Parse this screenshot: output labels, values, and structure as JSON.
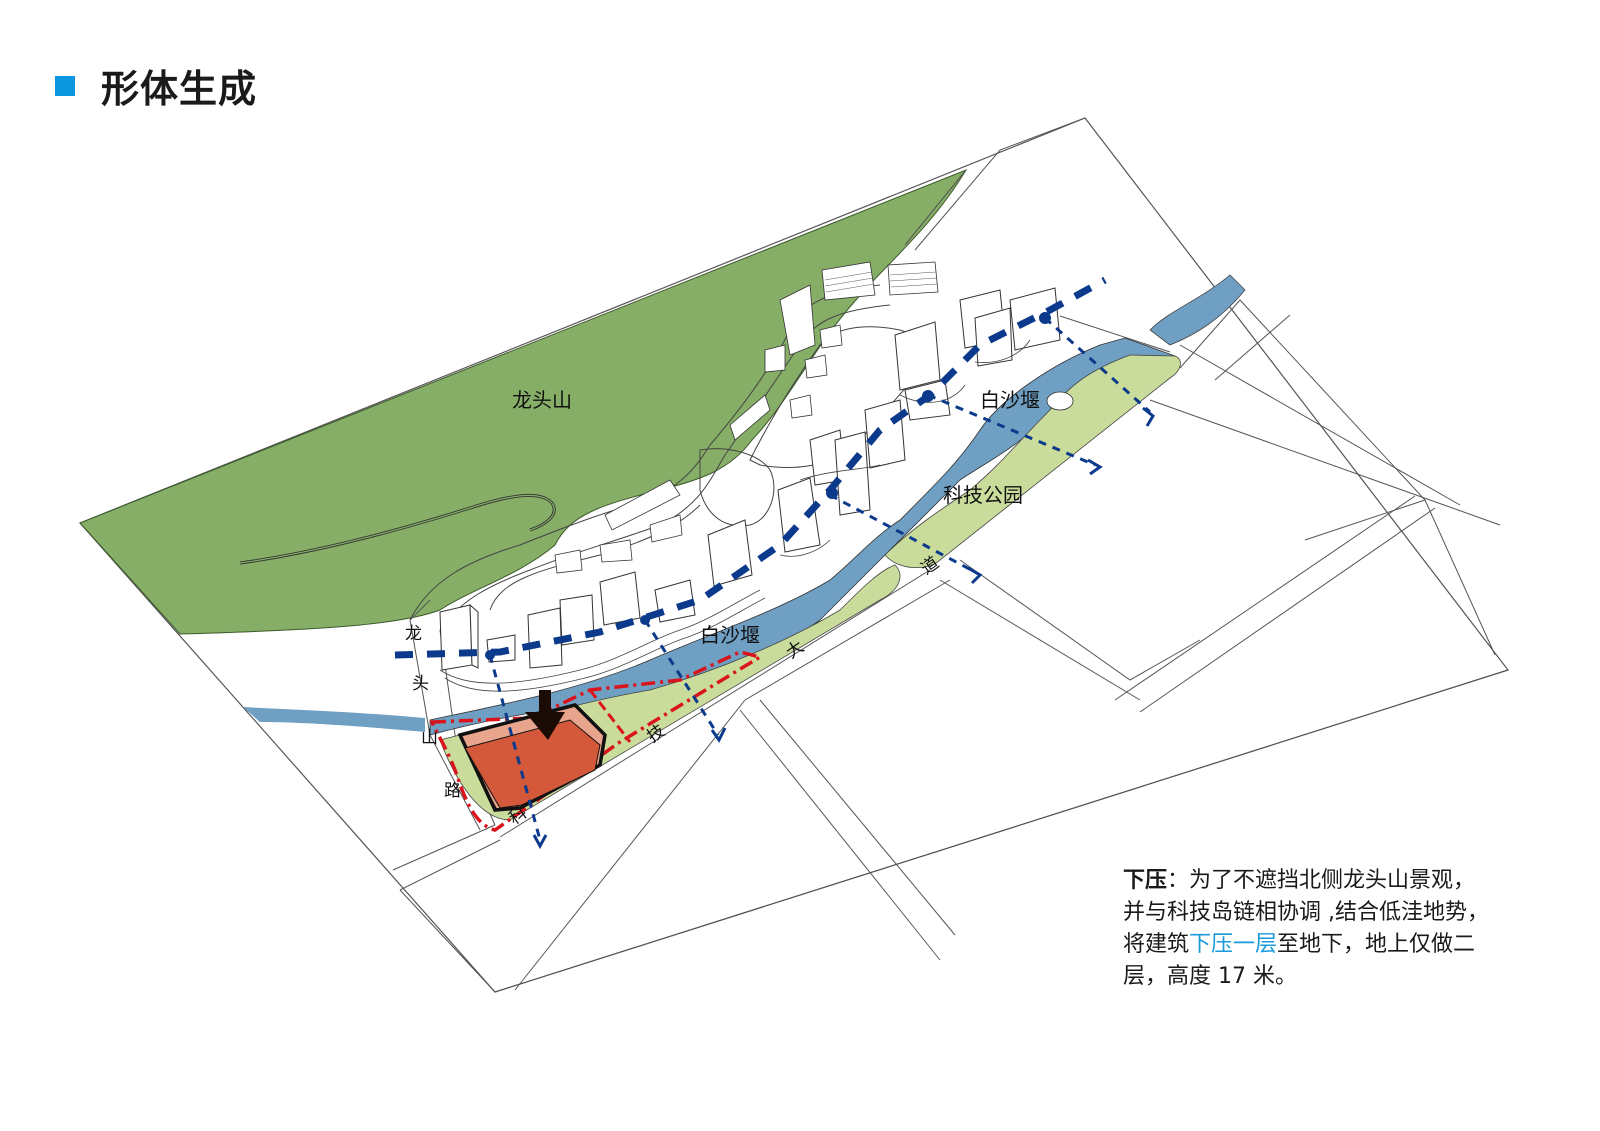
{
  "header": {
    "title": "形体生成",
    "marker_color": "#0d96e0"
  },
  "map": {
    "labels": {
      "mountain": "龙头山",
      "river_upper": "白沙堰",
      "river_lower": "白沙堰",
      "park": "科技公园"
    },
    "roads": {
      "longtoushan_road": [
        "龙",
        "头",
        "山",
        "路"
      ],
      "keji_avenue": [
        "科",
        "技",
        "大",
        "道"
      ]
    },
    "colors": {
      "mountain": "#86ae66",
      "water": "#6f9fc2",
      "park": "#c9dc9b",
      "building_top": "#d4583a",
      "building_side": "#e9a48d",
      "site_boundary": "#d9141c",
      "view_axis": "#0b3a8c",
      "outline": "#555555"
    },
    "legend_items": [
      {
        "name": "view-corridor",
        "style": "blue dashed arrow"
      },
      {
        "name": "site-boundary",
        "style": "red dash-dot line"
      },
      {
        "name": "press-down-arrow",
        "style": "black downward arrow"
      }
    ]
  },
  "description": {
    "keyword": "下压",
    "separator": "：",
    "line1_rest": "为了不遮挡北侧龙头山景观，",
    "line2": "并与科技岛链相协调 ,结合低洼地势，",
    "line3_pre": "将建筑",
    "line3_highlight": "下压一层",
    "line3_post": "至地下，地上仅做二",
    "line4": "层，高度 17 米。",
    "highlight_color": "#1a9ad8"
  }
}
